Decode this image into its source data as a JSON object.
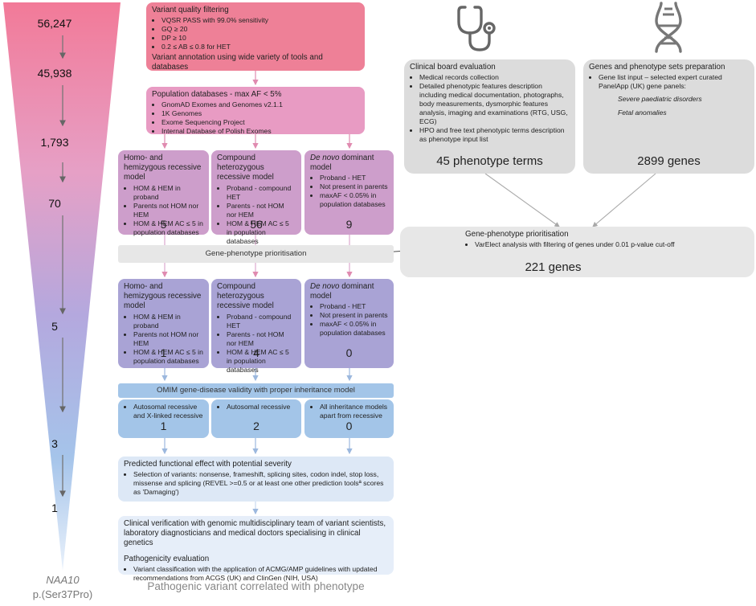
{
  "funnel": {
    "counts": [
      "56,247",
      "45,938",
      "1,793",
      "70",
      "5",
      "3",
      "1"
    ],
    "gene": "NAA10",
    "variant": "p.(Ser37Pro)"
  },
  "step1": {
    "title": "Variant quality filtering",
    "items": [
      "VQSR PASS with 99.0% sensitivity",
      "GQ ≥ 20",
      "DP ≥ 10",
      "0.2 ≤ AB ≤ 0.8 for HET"
    ],
    "annotation": "Variant annotation using wide variety of tools and databases"
  },
  "step2": {
    "title": "Population databases - max AF < 5%",
    "items": [
      "GnomAD Exomes and Genomes v2.1.1",
      "1K Genomes",
      "Exome Sequencing Project",
      "Internal Database of Polish Exomes"
    ]
  },
  "models_top": [
    {
      "title": "Homo- and hemizygous recessive model",
      "items": [
        "HOM & HEM in proband",
        "Parents not HOM nor HEM",
        "HOM & HEM AC ≤ 5 in population databases"
      ],
      "count": "5"
    },
    {
      "title": "Compound heterozygous recessive model",
      "items": [
        "Proband - compound HET",
        "Parents - not HOM nor HEM",
        "HOM & HEM AC ≤ 5 in population databases"
      ],
      "count": "56"
    },
    {
      "title_italic": "De novo",
      "title_rest": " dominant model",
      "items": [
        "Proband - HET",
        "Not present in parents",
        "maxAF < 0.05% in population databases"
      ],
      "count": "9"
    }
  ],
  "gp_bar": "Gene-phenotype prioritisation",
  "models_bottom": [
    {
      "title": "Homo- and hemizygous recessive model",
      "items": [
        "HOM & HEM in proband",
        "Parents not HOM nor HEM",
        "HOM & HEM AC ≤ 5 in population databases"
      ],
      "count": "1"
    },
    {
      "title": "Compound heterozygous recessive model",
      "items": [
        "Proband - compound HET",
        "Parents - not HOM nor HEM",
        "HOM & HEM AC ≤ 5 in population databases"
      ],
      "count": "4"
    },
    {
      "title_italic": "De novo",
      "title_rest": " dominant model",
      "items": [
        "Proband - HET",
        "Not present in parents",
        "maxAF < 0.05% in population databases"
      ],
      "count": "0"
    }
  ],
  "omim_bar": "OMIM gene-disease validity with proper inheritance model",
  "omim": [
    {
      "text": "Autosomal recessive and X-linked recessive",
      "count": "1"
    },
    {
      "text": "Autosomal recessive",
      "count": "2"
    },
    {
      "text": "All inheritance models apart from recessive",
      "count": "0"
    }
  ],
  "predicted": {
    "title": "Predicted functional effect  with potential severity",
    "item": "Selection of variants: nonsense, frameshift, splicing sites, codon indel, stop loss, missense and splicing (REVEL >=0.5 or at least one other prediction toolsª scores as 'Damaging')"
  },
  "clinical_verification": {
    "text": "Clinical verification with genomic multidisciplinary team of variant scientists, laboratory diagnosticians and medical doctors specialising in clinical genetics",
    "path_title": "Pathogenicity evaluation",
    "path_item": "Variant classification with the application of ACMG/AMP guidelines with updated recommendations  from ACGS (UK) and ClinGen (NIH, USA)"
  },
  "final": "Pathogenic variant correlated with phenotype",
  "clinical_board": {
    "title": "Clinical board evaluation",
    "items": [
      "Medical records collection",
      "Detailed phenotypic features description including medical documentation, photographs, body measurements,  dysmorphic features analysis, imaging and examinations (RTG, USG, ECG)",
      "HPO and free text phenotypic terms description as phenotype input list"
    ],
    "result": "45 phenotype terms"
  },
  "genes_prep": {
    "title": "Genes and phenotype sets preparation",
    "item": "Gene list input – selected expert curated PanelApp (UK) gene panels:",
    "panels": [
      "Severe paediatric disorders",
      "Fetal anomalies"
    ],
    "result": "2899 genes"
  },
  "gp_right": {
    "title": "Gene-phenotype prioritisation",
    "item": "VarElect analysis with filtering of genes under 0.01 p-value cut-off",
    "result": "221 genes"
  },
  "icons": [
    "stethoscope-icon",
    "dna-icon"
  ],
  "colors": {
    "pink": "#ee8097",
    "mauve": "#cd9ecb",
    "lilac": "#a9a3d5",
    "blue": "#a3c5e8",
    "grey": "#dcdcdc"
  }
}
